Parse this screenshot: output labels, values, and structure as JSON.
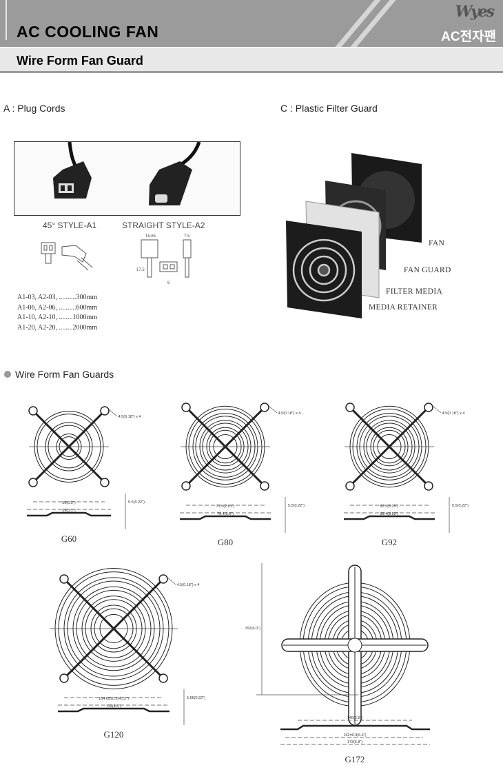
{
  "header": {
    "title": "AC COOLING FAN",
    "brand": "Wyes",
    "brand_korean": "AC전자팬",
    "subtitle": "Wire Form Fan Guard"
  },
  "section_a": {
    "title": "A : Plug Cords",
    "styles": [
      "45° STYLE-A1",
      "STRAIGHT STYLE-A2"
    ],
    "dims": [
      "15.65",
      "7.5",
      "17.5",
      "6"
    ],
    "cords": [
      "A1-03, A2-03, ..........300mm",
      "A1-06, A2-06, ..........600mm",
      "A1-10, A2-10, ........1000mm",
      "A1-20, A2-20, ........2000mm"
    ]
  },
  "section_c": {
    "title": "C : Plastic Filter Guard",
    "parts": [
      "FAN",
      "FAN GUARD",
      "FILTER MEDIA",
      "MEDIA RETAINER"
    ]
  },
  "guards_section": {
    "title": "Wire Form Fan Guards"
  },
  "guards": [
    {
      "model": "G60",
      "hole": "4.5(0.18\") x 4",
      "inner": "50(0.2\")",
      "outer": "59(3.1\")",
      "thickness": "5.5(0.22\")"
    },
    {
      "model": "G80",
      "hole": "4.5(0.18\") x 4",
      "inner": "71.5(2.81\")",
      "outer": "76.4(3.0\")",
      "thickness": "5.5(0.22\")"
    },
    {
      "model": "G92",
      "hole": "4.5(0.18\") x 4",
      "inner": "82.5(3.25\")",
      "outer": "89.4(3.52\")",
      "thickness": "5.5(0.22\")"
    },
    {
      "model": "G120",
      "hole": "4.5(0.18\") x 4",
      "inner": "104.65±0.2(4.12\")",
      "outer": "112(4.4\")",
      "thickness": "5.66(0.22\")"
    },
    {
      "model": "G172",
      "height": "152(6.0\")",
      "inner": "140(5.5\")",
      "middle": "162±0.3(6.4\")",
      "outer": "173(6.8\")"
    }
  ]
}
